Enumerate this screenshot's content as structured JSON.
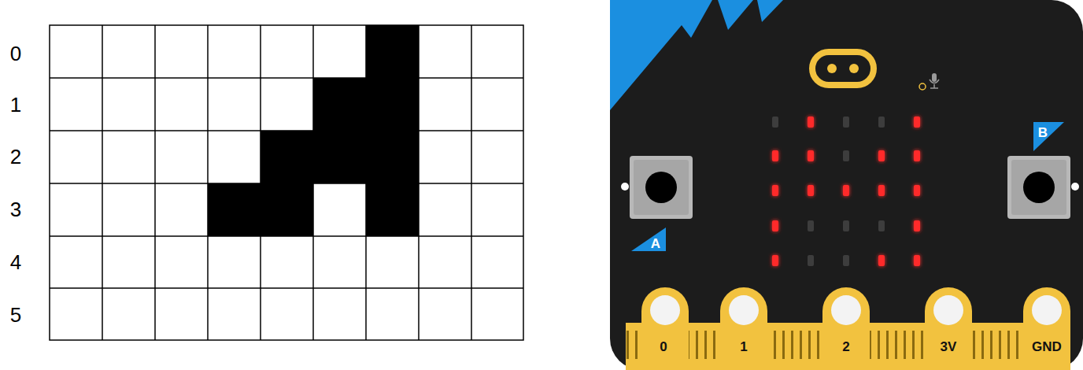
{
  "diagram": {
    "labels": [
      "0",
      "1",
      "2",
      "3",
      "4",
      "5",
      "A",
      "B",
      "0",
      "1",
      "2",
      "3V",
      "GND"
    ]
  }
}
